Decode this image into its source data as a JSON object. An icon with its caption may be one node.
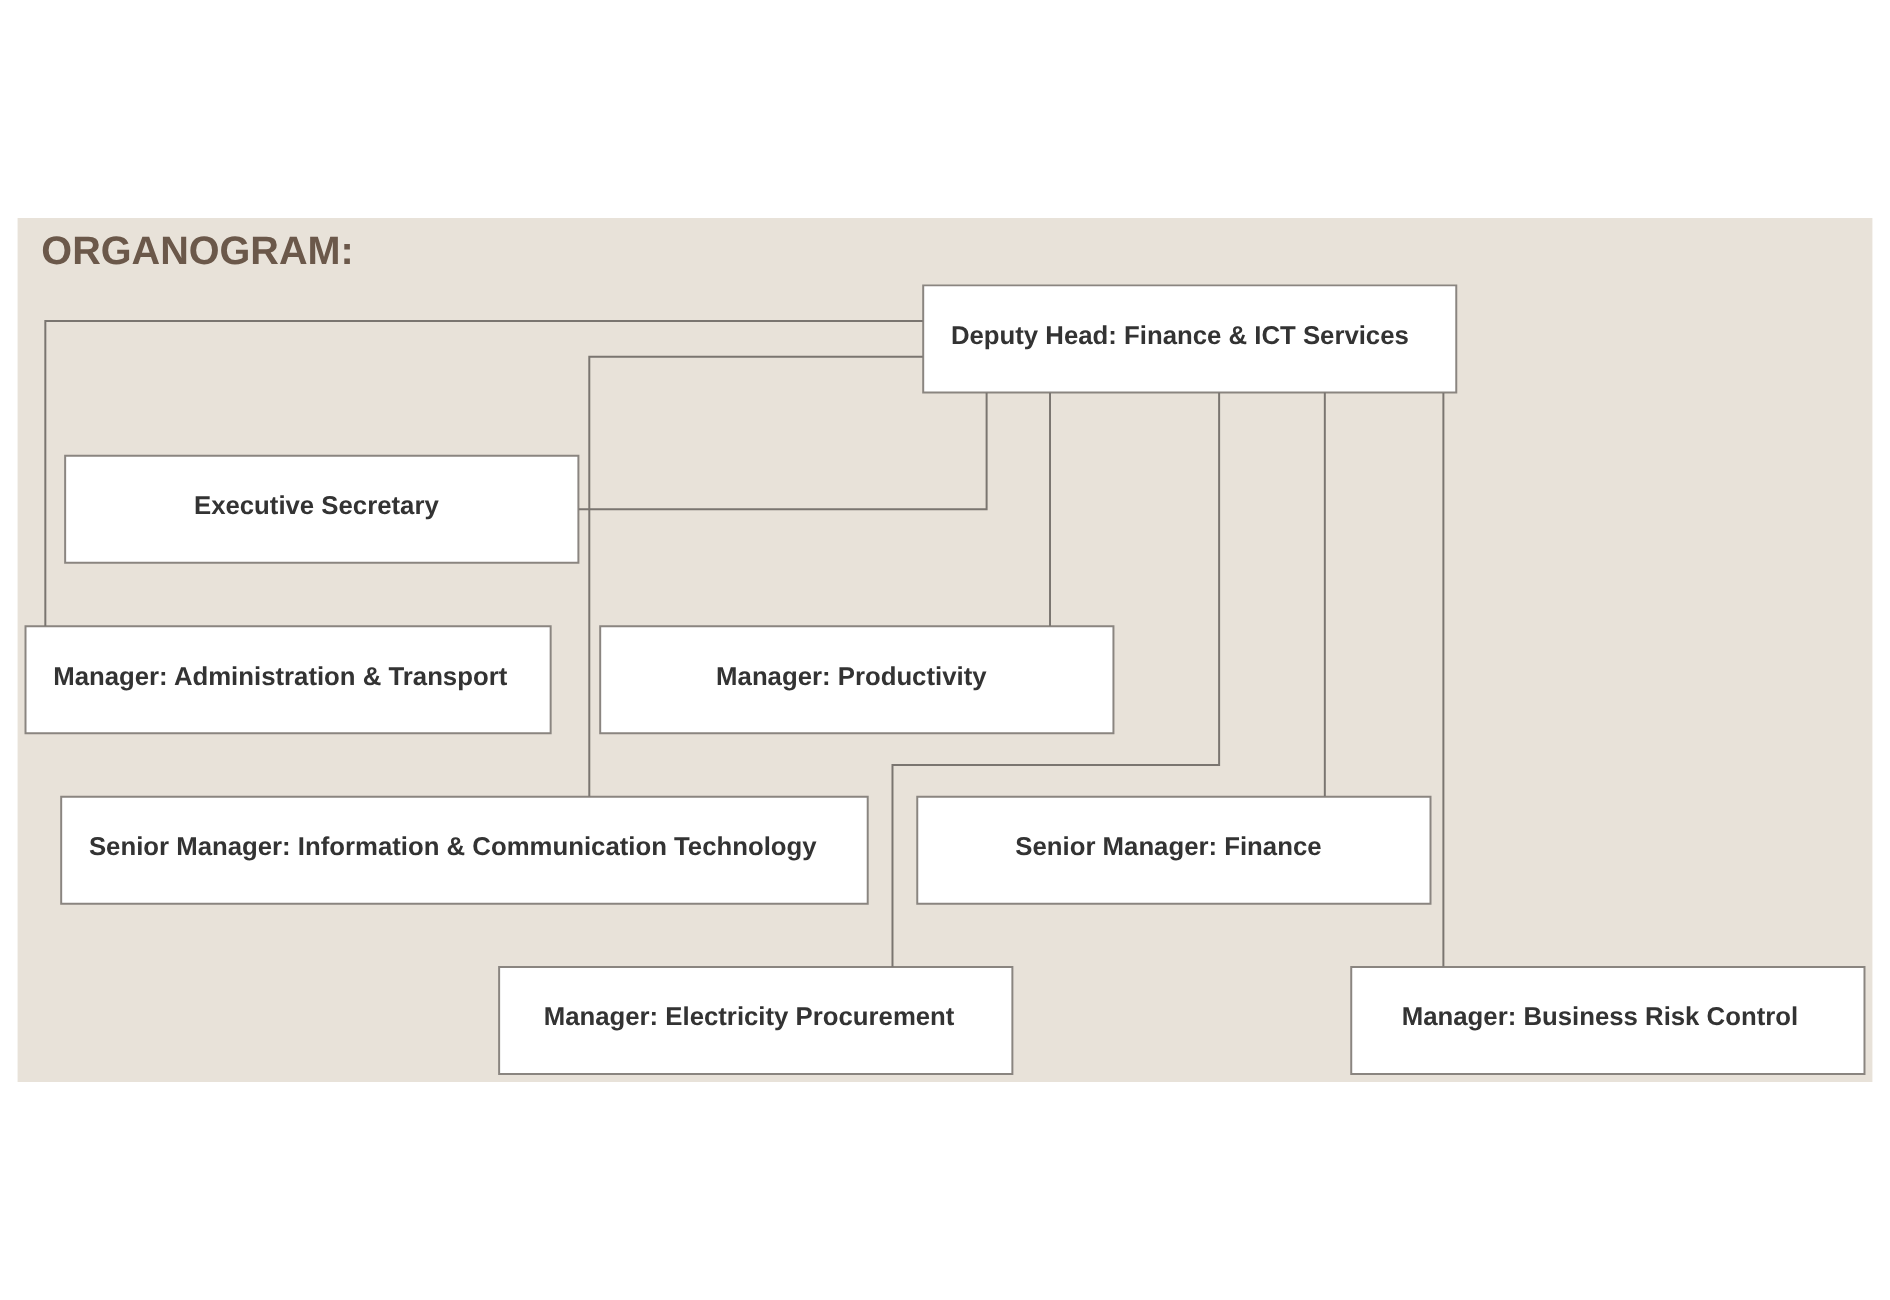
{
  "diagram": {
    "title": "ORGANOGRAM:",
    "nodes": [
      {
        "text": [
          "Deputy Head: Finance & ICT Services"
        ]
      },
      {
        "text": [
          "Executive Secretary"
        ]
      },
      {
        "text": [
          "Manager: Administration & Transport"
        ]
      },
      {
        "text": [
          "Manager: Productivity"
        ]
      },
      {
        "text": [
          "Senior Manager: Information & Communication Technology"
        ]
      },
      {
        "text": [
          "Senior Manager: Finance"
        ]
      },
      {
        "text": [
          "Manager: Electricity Procurement"
        ]
      },
      {
        "text": [
          "Manager: Business Risk Control"
        ]
      }
    ],
    "edges": [
      {
        "from": 0,
        "to": 1,
        "arrow": "none"
      },
      {
        "from": 0,
        "to": 2,
        "arrow": "none"
      },
      {
        "from": 0,
        "to": 3,
        "arrow": "none"
      },
      {
        "from": 0,
        "to": 4,
        "arrow": "none"
      },
      {
        "from": 0,
        "to": 5,
        "arrow": "none"
      },
      {
        "from": 0,
        "to": 6,
        "arrow": "none"
      },
      {
        "from": 0,
        "to": 7,
        "arrow": "none"
      }
    ]
  }
}
